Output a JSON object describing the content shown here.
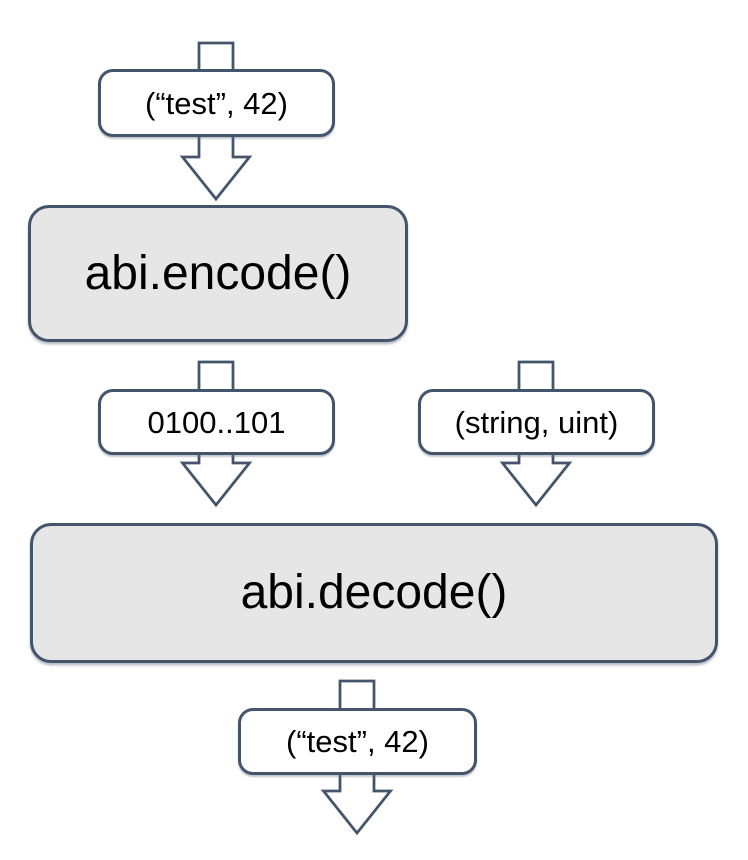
{
  "colors": {
    "outline": "#44546A",
    "process_fill": "#E7E6E6",
    "label_fill": "#FFFFFF",
    "text": "#000000",
    "background": "#FFFFFF"
  },
  "nodes": {
    "input": {
      "label": "(“test”, 42)"
    },
    "encode": {
      "label": "abi.encode()"
    },
    "bytes": {
      "label": "0100..101"
    },
    "types": {
      "label": "(string, uint)"
    },
    "decode": {
      "label": "abi.decode()"
    },
    "output": {
      "label": "(“test”, 42)"
    }
  },
  "arrows": [
    {
      "name": "input-into-encode",
      "direction": "down",
      "through": "input"
    },
    {
      "name": "encode-to-decode",
      "direction": "down",
      "through": "bytes"
    },
    {
      "name": "types-into-decode",
      "direction": "down",
      "through": "types"
    },
    {
      "name": "decode-to-output",
      "direction": "down",
      "through": "output"
    }
  ]
}
